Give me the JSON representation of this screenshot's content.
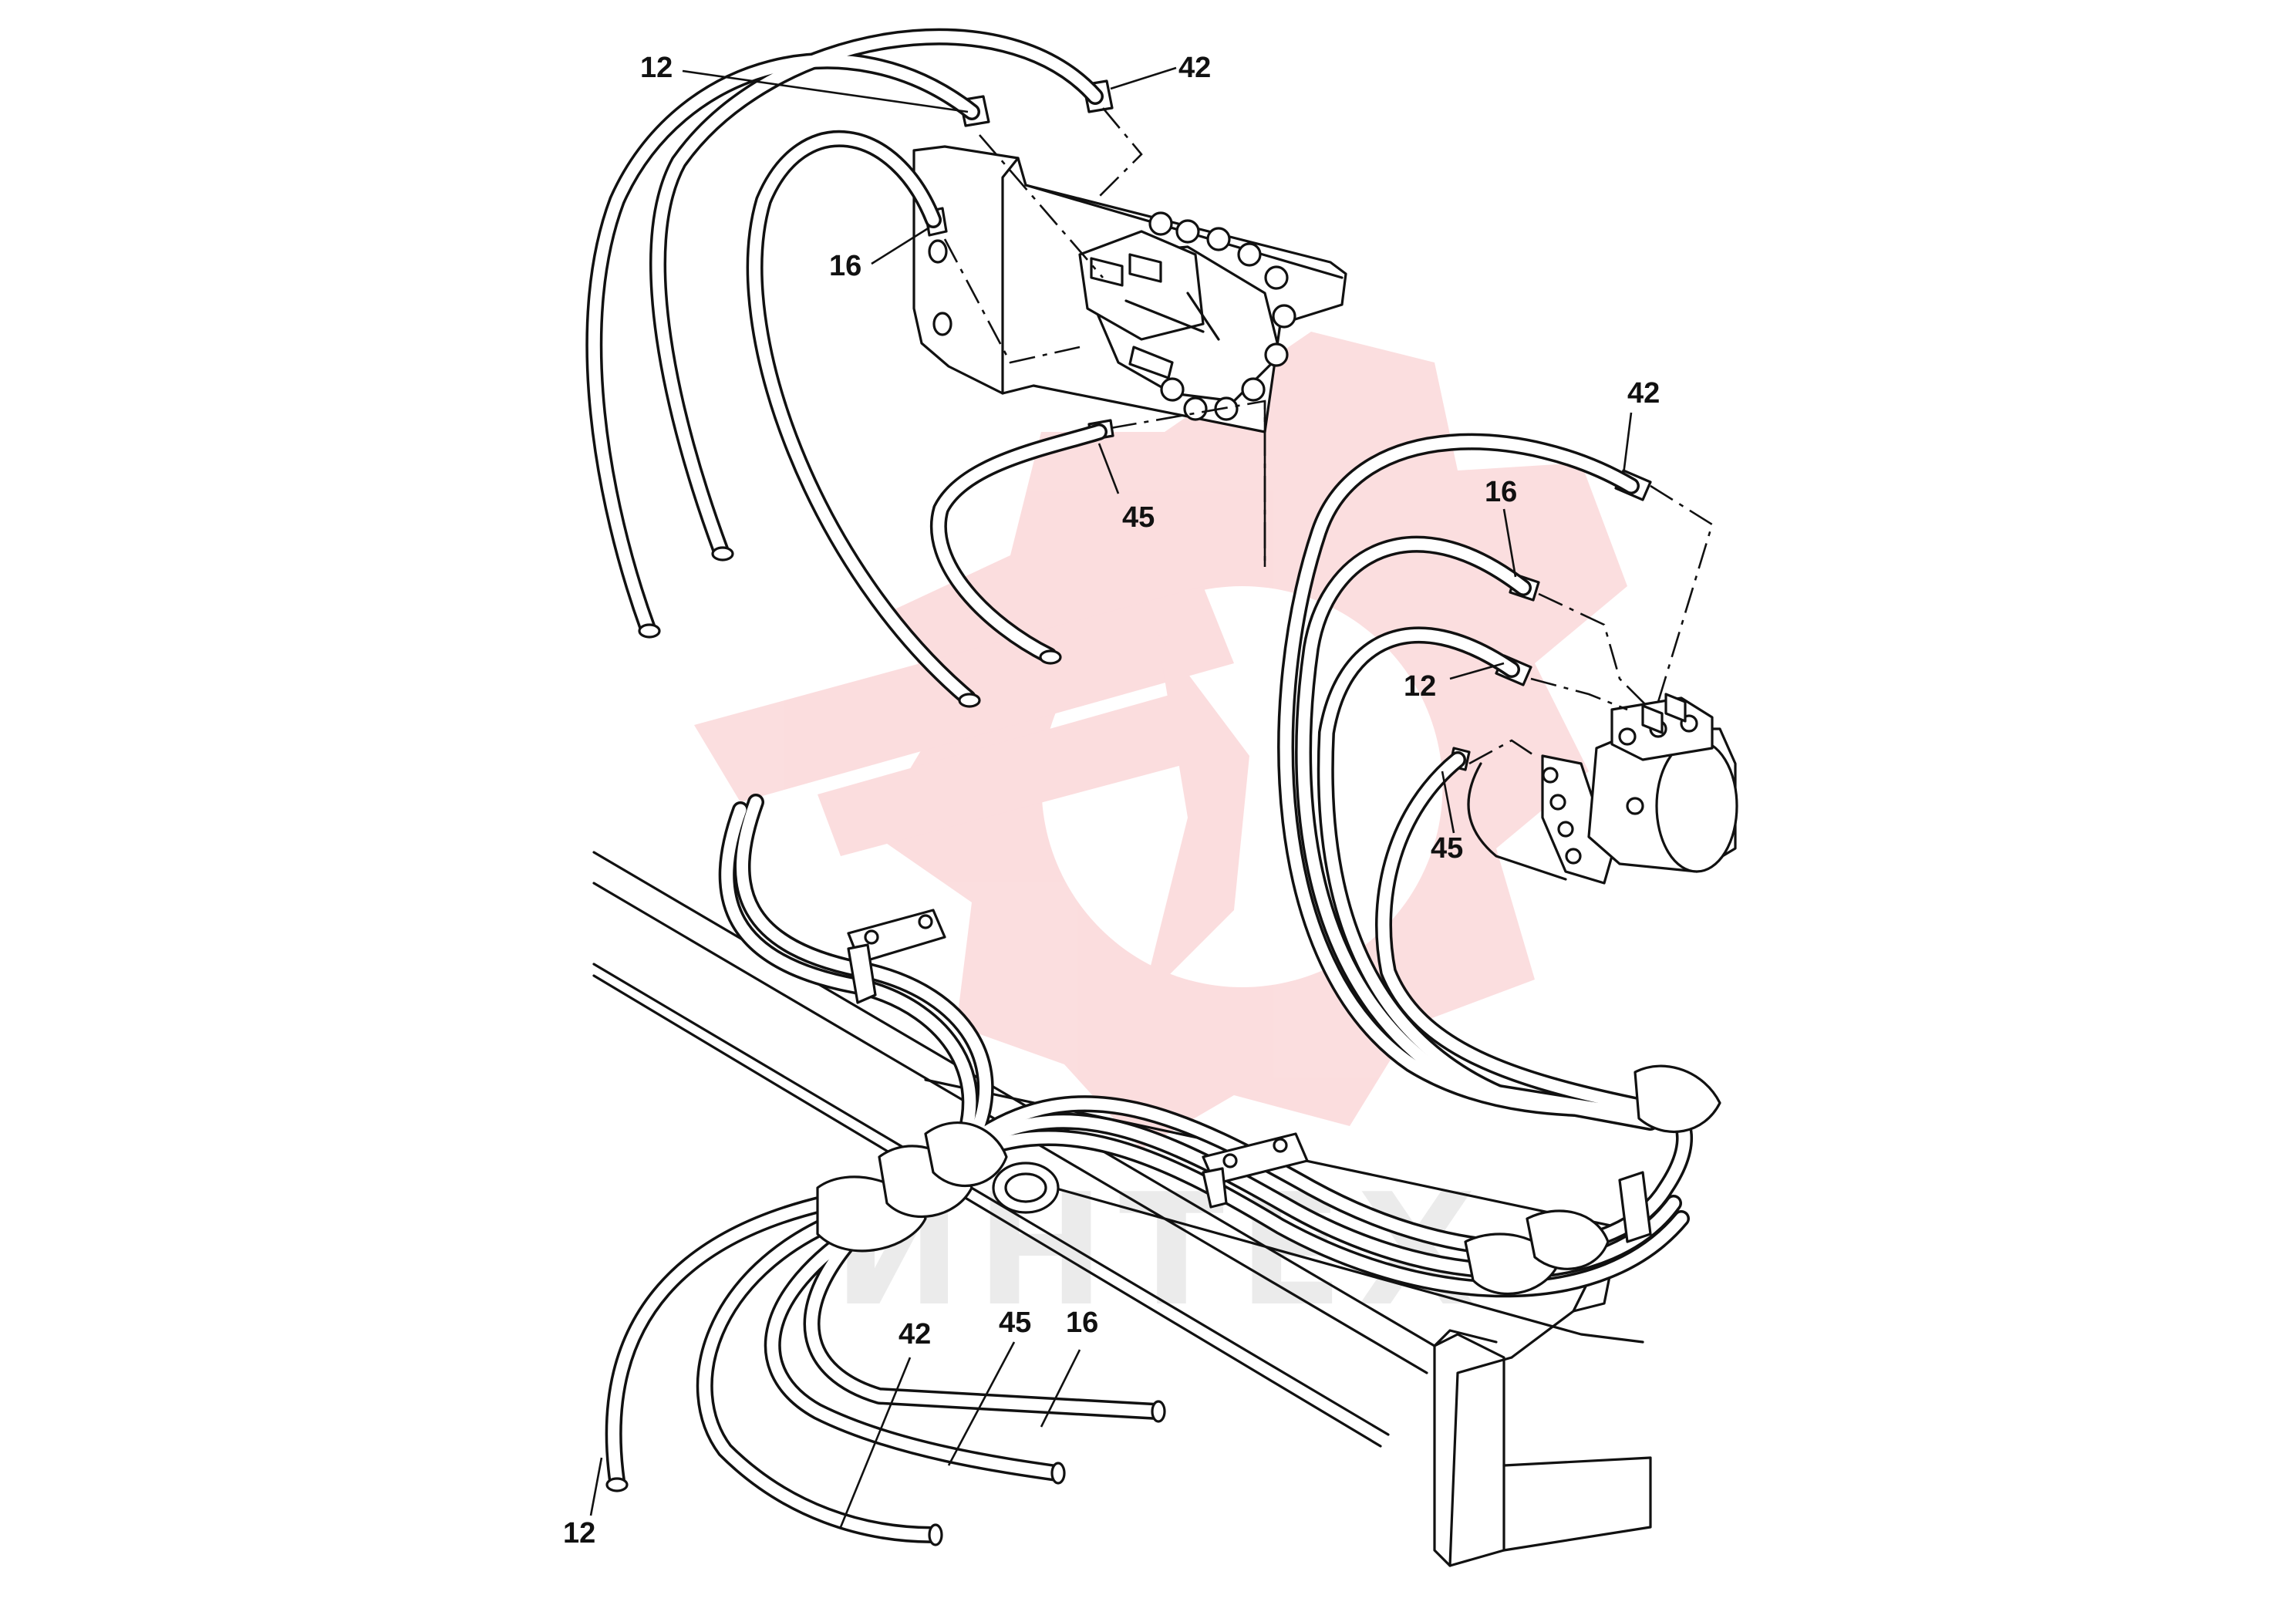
{
  "callouts": {
    "top_12": "12",
    "top_42": "42",
    "top_16": "16",
    "top_45": "45",
    "right_42": "42",
    "right_16": "16",
    "right_12": "12",
    "right_45": "45",
    "bottom_42": "42",
    "bottom_45": "45",
    "bottom_16": "16",
    "bottom_12": "12"
  },
  "watermark": {
    "text": "ИНТЕХ",
    "color": "#e8303a"
  },
  "colors": {
    "line": "#111111",
    "background": "#ffffff"
  }
}
